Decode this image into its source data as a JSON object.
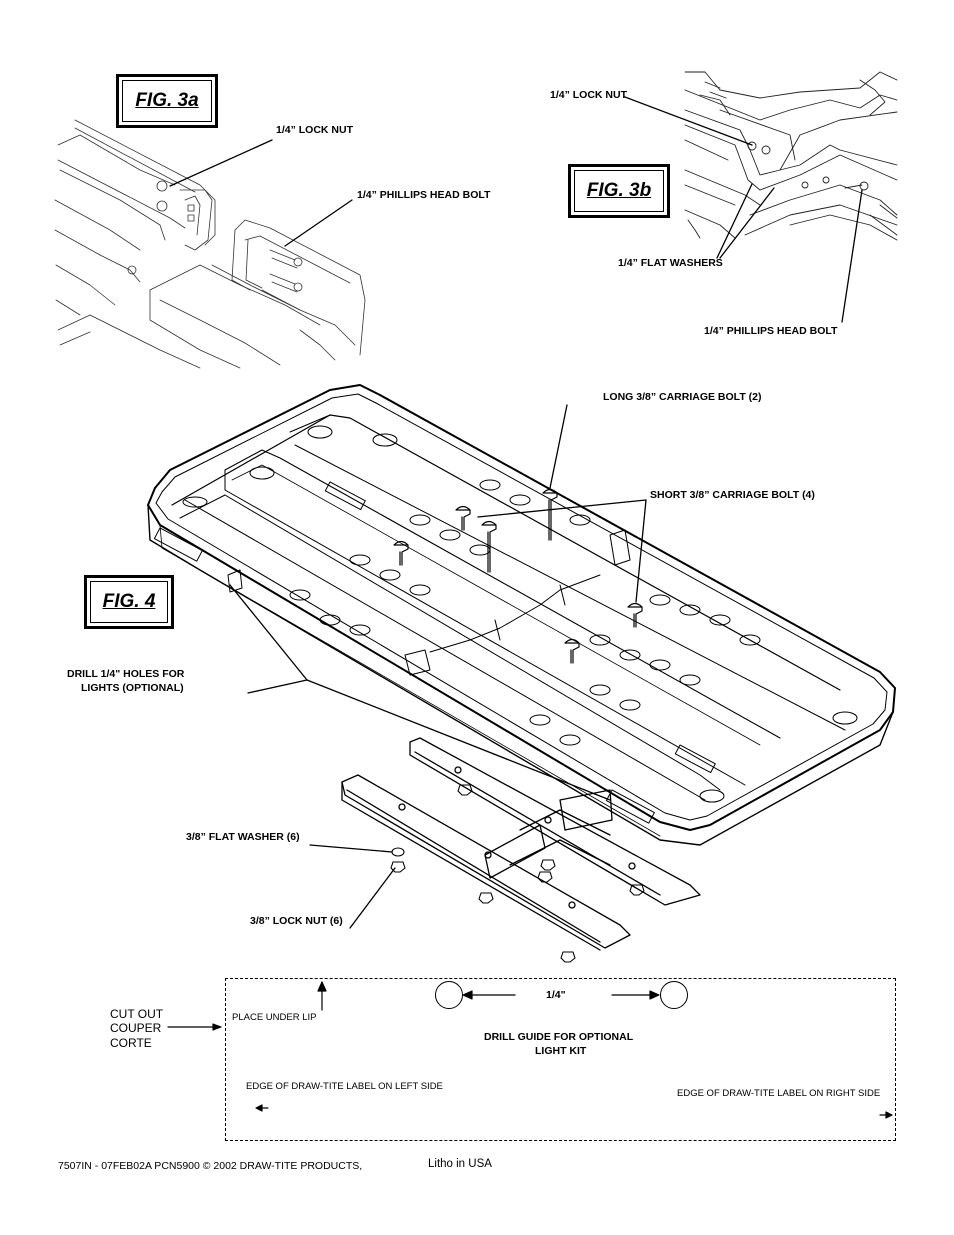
{
  "fig3a": {
    "title": "FIG. 3a",
    "label_lock_nut": "1/4” LOCK NUT",
    "label_bolt": "1/4” PHILLIPS HEAD BOLT"
  },
  "fig3b": {
    "title": "FIG. 3b",
    "label_lock_nut": "1/4” LOCK NUT",
    "label_washers": "1/4” FLAT WASHERS",
    "label_bolt": "1/4” PHILLIPS HEAD BOLT"
  },
  "fig4": {
    "title": "FIG. 4",
    "label_long_bolt": "LONG 3/8” CARRIAGE BOLT (2)",
    "label_short_bolt": "SHORT 3/8” CARRIAGE BOLT (4)",
    "label_drill_line1": "DRILL 1/4\" HOLES FOR",
    "label_drill_line2": "LIGHTS (OPTIONAL)",
    "label_washer": "3/8” FLAT WASHER (6)",
    "label_lock_nut": "3/8” LOCK NUT (6)"
  },
  "drill_guide": {
    "cutout_line1": "CUT OUT",
    "cutout_line2": "COUPER",
    "cutout_line3": "CORTE",
    "place_under_lip": "PLACE UNDER LIP",
    "spacing": "1/4\"",
    "title_line1": "DRILL GUIDE FOR OPTIONAL",
    "title_line2": "LIGHT KIT",
    "edge_left": "EDGE OF DRAW-TITE LABEL ON LEFT SIDE",
    "edge_right": "EDGE OF DRAW-TITE LABEL ON RIGHT SIDE"
  },
  "footer": {
    "part_info": "7507IN - 07FEB02A PCN5900  © 2002 DRAW-TITE PRODUCTS,",
    "litho": "Litho in USA"
  }
}
